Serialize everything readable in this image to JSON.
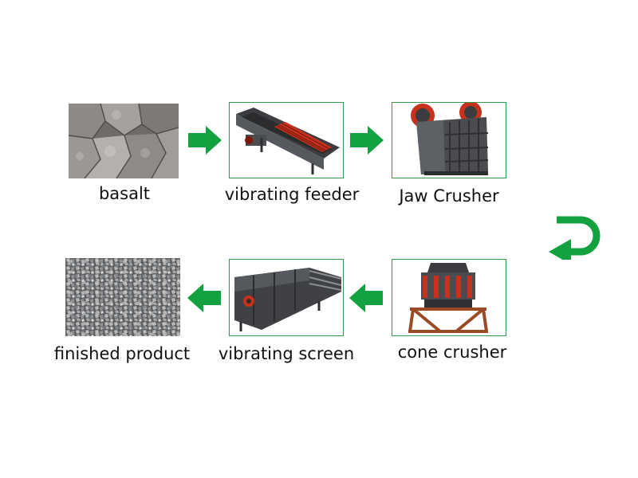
{
  "colors": {
    "arrow": "#13a23f",
    "frame_border": "#2e9a4a",
    "label_text": "#111111"
  },
  "steps": [
    {
      "id": "basalt",
      "label": "basalt",
      "icon": "basalt-rock-photo"
    },
    {
      "id": "vibrating-feeder",
      "label": "vibrating feeder",
      "icon": "vibrating-feeder-machine"
    },
    {
      "id": "jaw-crusher",
      "label": "Jaw Crusher",
      "icon": "jaw-crusher-machine"
    },
    {
      "id": "cone-crusher",
      "label": "cone crusher",
      "icon": "cone-crusher-machine"
    },
    {
      "id": "vibrating-screen",
      "label": "vibrating screen",
      "icon": "vibrating-screen-machine"
    },
    {
      "id": "finished-product",
      "label": "finished product",
      "icon": "gravel-aggregate-photo"
    }
  ],
  "arrows": [
    {
      "from": "basalt",
      "to": "vibrating-feeder",
      "icon": "arrow-right-icon"
    },
    {
      "from": "vibrating-feeder",
      "to": "jaw-crusher",
      "icon": "arrow-right-icon"
    },
    {
      "from": "jaw-crusher",
      "to": "cone-crusher",
      "icon": "u-turn-arrow-icon"
    },
    {
      "from": "cone-crusher",
      "to": "vibrating-screen",
      "icon": "arrow-left-icon"
    },
    {
      "from": "vibrating-screen",
      "to": "finished-product",
      "icon": "arrow-left-icon"
    }
  ]
}
